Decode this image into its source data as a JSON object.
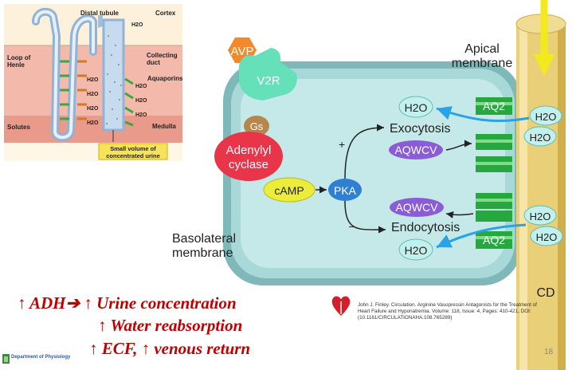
{
  "inset": {
    "distal_tubule": "Distal tubule",
    "cortex": "Cortex",
    "loop_of_henle_1": "Loop of",
    "loop_of_henle_2": "Henle",
    "collecting_duct_1": "Collecting",
    "collecting_duct_2": "duct",
    "aquaporins": "Aquaporins",
    "solutes": "Solutes",
    "medulla": "Medulla",
    "urine_1": "Small volume of",
    "urine_2": "concentrated urine",
    "water": "H2O"
  },
  "cell": {
    "avp": "AVP",
    "v2r": "V2R",
    "gs": "Gs",
    "adenylyl_1": "Adenylyl",
    "adenylyl_2": "cyclase",
    "camp": "cAMP",
    "pka": "PKA",
    "exocytosis": "Exocytosis",
    "endocytosis": "Endocytosis",
    "aqwcv_top": "AQWCV",
    "aqwcv_bottom": "AQWCV",
    "aq2_top": "AQ2",
    "aq2_bottom": "AQ2",
    "plus": "+",
    "minus": "–",
    "apical_1": "Apical",
    "apical_2": "membrane",
    "basolateral_1": "Basolateral",
    "basolateral_2": "membrane",
    "cd": "CD",
    "h2o": "H2O"
  },
  "headline": {
    "line1": "↑ ADH➔ ↑ Urine concentration",
    "line2": "↑ Water reabsorption",
    "line3": "↑ ECF, ↑ venous return"
  },
  "citation": "John J. Finley. Circulation. Arginine Vasopressin Antagonists for the Treatment of Heart Failure and Hyponatremia. Volume: 118, Issue: 4, Pages: 410-421, DOI: (10.1161/CIRCULATIONAHA.108.765289)",
  "page_number": "18",
  "department": "Department of Physiology",
  "colors": {
    "avp": "#f08a2c",
    "v2r": "#66e0b8",
    "adenylyl": "#e8354a",
    "gs": "#b7864c",
    "camp": "#ecec3a",
    "pka": "#2f7fd3",
    "aqwcv": "#8a5dd6",
    "aqp_channel": "#27a83f",
    "cell_fill": "#a8d8d8",
    "duct": "#e9cf78",
    "headline": "#c00000"
  }
}
